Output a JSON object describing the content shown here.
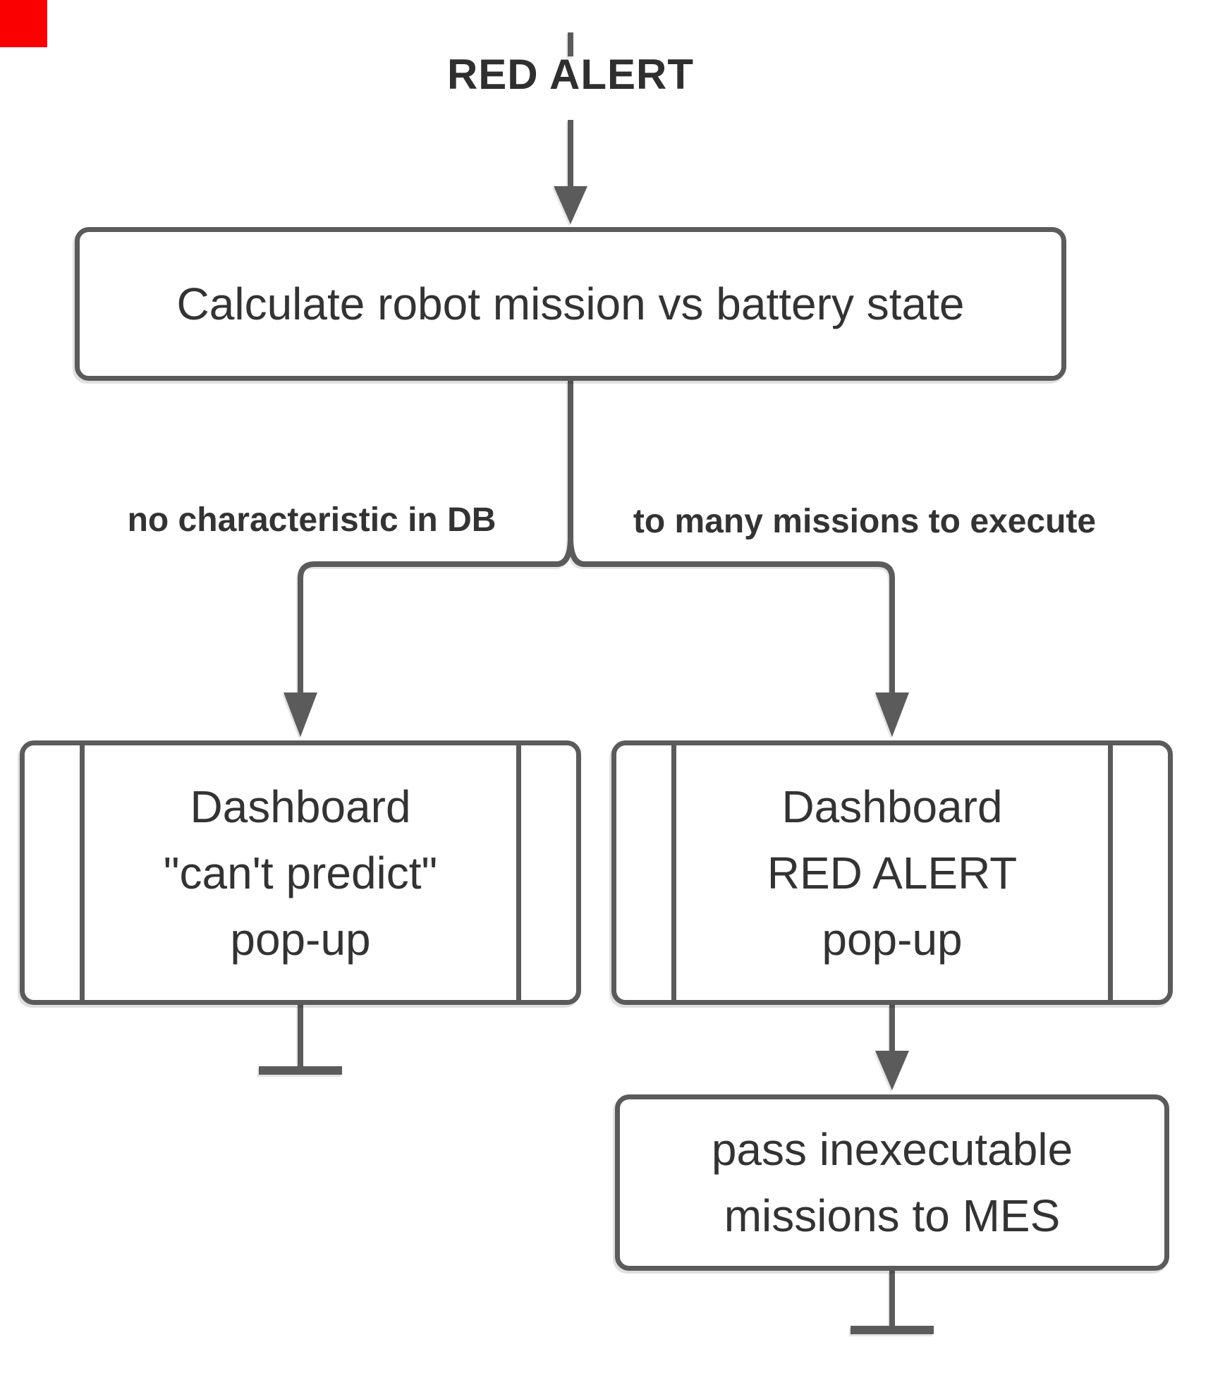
{
  "palette": {
    "background": "#ffffff",
    "line": "#5b5b5b",
    "box_border": "#5b5b5b",
    "box_fill": "#ffffff",
    "text": "#333333",
    "red_marker": "#fa0000"
  },
  "title": {
    "text": "RED ALERT"
  },
  "nodes": {
    "calculate": {
      "label": "Calculate robot mission vs battery state"
    },
    "dashboard_cant_predict": {
      "lines": [
        "Dashboard",
        "\"can't predict\"",
        "pop-up"
      ]
    },
    "dashboard_red_alert": {
      "lines": [
        "Dashboard",
        "RED ALERT",
        "pop-up"
      ]
    },
    "pass_to_mes": {
      "lines": [
        "pass inexecutable",
        "missions to MES"
      ]
    }
  },
  "edges": {
    "left_label": "no characteristic in DB",
    "right_label": "to many missions to execute"
  }
}
